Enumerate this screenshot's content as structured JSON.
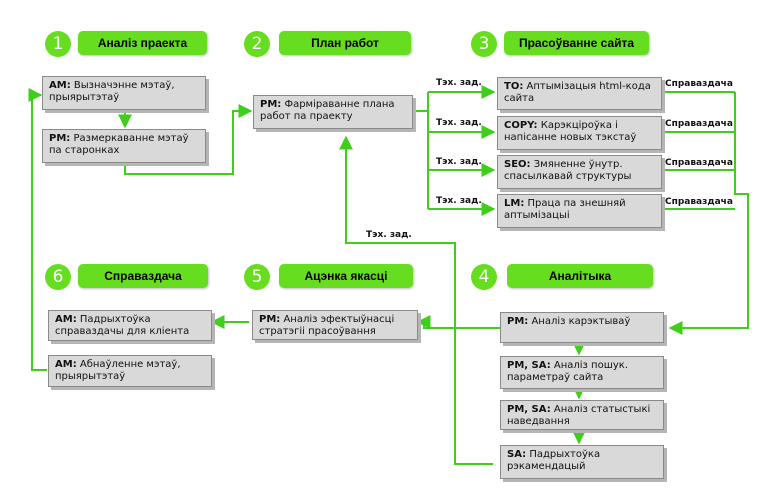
{
  "colors": {
    "accent": "#66dd1f",
    "box": "#d9d9d9",
    "border": "#8a8a8a"
  },
  "stages": [
    {
      "num": "1",
      "title": "Аналіз праекта"
    },
    {
      "num": "2",
      "title": "План работ"
    },
    {
      "num": "3",
      "title": "Прасоўванне сайта"
    },
    {
      "num": "4",
      "title": "Аналітыка"
    },
    {
      "num": "5",
      "title": "Ацэнка якасці"
    },
    {
      "num": "6",
      "title": "Справаздача"
    }
  ],
  "boxes": {
    "am_goals": {
      "role": "AM:",
      "text": "Вызначэнне мэтаў, прыярытэтаў"
    },
    "pm_markup": {
      "role": "PM:",
      "text": "Размеркаванне мэтаў па старонках"
    },
    "pm_plan": {
      "role": "PM:",
      "text": "Фарміраванне плана работ па праекту"
    },
    "to_html": {
      "role": "TO:",
      "text": "Аптымізацыя html-кода сайта"
    },
    "copy_text": {
      "role": "COPY:",
      "text": "Карэкціроўка і напісанне новых тэкстаў"
    },
    "seo_links": {
      "role": "SEO:",
      "text": "Змяненне ўнутр. спасылкавай структуры"
    },
    "lm_external": {
      "role": "LM:",
      "text": "Праца па знешняй аптымізацыі"
    },
    "pm_analysis": {
      "role": "PM:",
      "text": "Аналіз карэктываў"
    },
    "pm_sa_search": {
      "role": "PM, SA:",
      "text": "Аналіз пошук. параметраў сайта"
    },
    "pm_sa_stats": {
      "role": "PM, SA:",
      "text": "Аналіз статыстыкі наведвання"
    },
    "sa_recommend": {
      "role": "SA:",
      "text": "Падрыхтоўка рэкамендацый"
    },
    "pm_efficiency": {
      "role": "PM:",
      "text": "Аналіз эфектыўнасці стратэгіі прасоўвання"
    },
    "am_report": {
      "role": "AM:",
      "text": "Падрыхтоўка справаздачы для кліента"
    },
    "am_update": {
      "role": "AM:",
      "text": "Абнаўленне мэтаў, прыярытэтаў"
    }
  },
  "labels": {
    "tech_task": "Тэх. зад.",
    "report": "Справаздача"
  }
}
